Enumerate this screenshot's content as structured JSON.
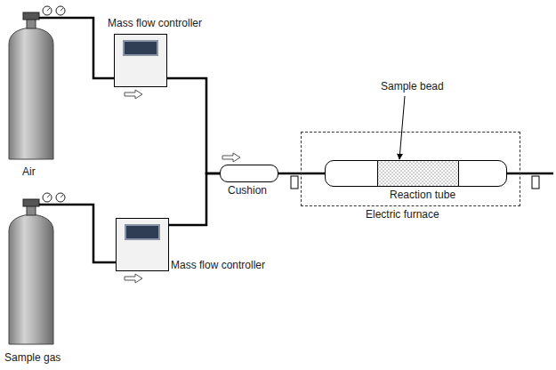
{
  "diagram": {
    "nodes": [
      {
        "text": [
          "Air"
        ]
      },
      {
        "text": [
          "Mass flow controller"
        ]
      },
      {
        "text": [
          "Sample gas"
        ]
      },
      {
        "text": [
          "Mass flow controller"
        ]
      },
      {
        "text": [
          "Cushion"
        ]
      },
      {
        "text": [
          "Electric furnace"
        ]
      },
      {
        "text": [
          "Reaction tube"
        ],
        "in": 5
      }
    ],
    "edges": [
      {
        "from": 0,
        "to": 1,
        "arrow": "none"
      },
      {
        "from": 2,
        "to": 3,
        "arrow": "none"
      },
      {
        "from": 1,
        "to": 4,
        "arrow": "none"
      },
      {
        "from": 3,
        "to": 4,
        "arrow": "none"
      },
      {
        "from": 4,
        "to": 6,
        "arrow": "none"
      }
    ],
    "labels": [
      "Sample bead"
    ]
  }
}
